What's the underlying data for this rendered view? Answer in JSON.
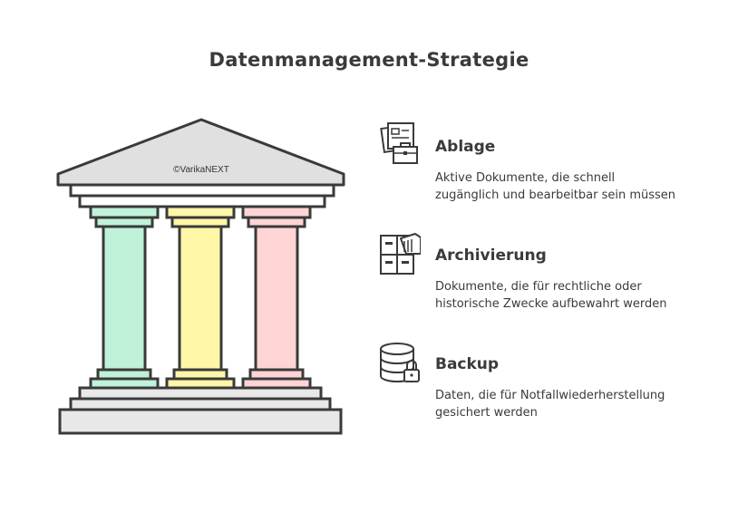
{
  "title": "Datenmanagement-Strategie",
  "watermark": "©VarikaNEXT",
  "colors": {
    "pillar_1": "#bff2d9",
    "pillar_2": "#fff6a8",
    "pillar_3": "#ffd4d4",
    "roof": "#e0e0e0",
    "base": "#e8e8e8",
    "stroke": "#3a3a3a"
  },
  "pillars": [
    {
      "heading": "Ablage",
      "description": "Aktive Dokumente, die schnell zugänglich und bearbeitbar sein müssen",
      "icon": "documents-briefcase-icon"
    },
    {
      "heading": "Archivierung",
      "description": "Dokumente, die für rechtliche oder historische Zwecke aufbewahrt werden",
      "icon": "archive-cabinet-icon"
    },
    {
      "heading": "Backup",
      "description": "Daten, die für Notfallwiederherstellung gesichert werden",
      "icon": "database-lock-icon"
    }
  ]
}
